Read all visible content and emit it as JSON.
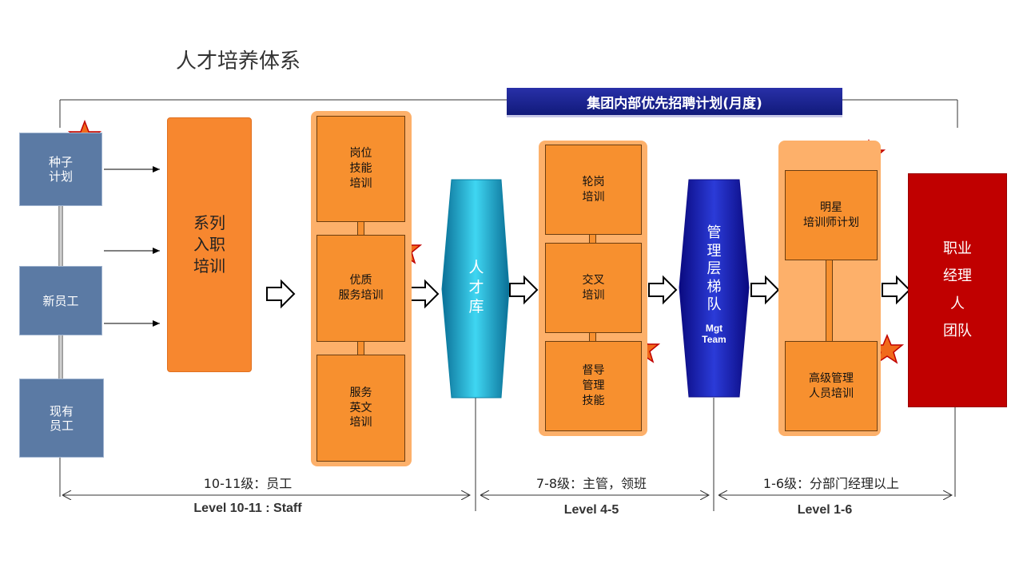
{
  "title": "人才培养体系",
  "banner": "集团内部优先招聘计划(月度)",
  "left_tags": [
    "种子\n计划",
    "新员工",
    "现有\n员工"
  ],
  "induction": "系列\n入职\n培训",
  "stage1_boxes": [
    "岗位\n技能\n培训",
    "优质\n服务培训",
    "服务\n英文\n培训"
  ],
  "talent_pool": "人\n才\n库",
  "stage2_boxes": [
    "轮岗\n培训",
    "交叉\n培训",
    "督导\n管理\n技能"
  ],
  "mgmt_ladder": {
    "label": "管\n理\n层\n梯\n队",
    "sub": "Mgt\nTeam"
  },
  "stage3_boxes": [
    "明星\n培训师计划",
    "高级管理\n人员培训"
  ],
  "career": "职业\n经理\n人\n团队",
  "levels": [
    {
      "cn": "10-11级：员工",
      "en": "Level 10-11 : Staff"
    },
    {
      "cn": "7-8级：主管，领班",
      "en": "Level 4-5"
    },
    {
      "cn": "1-6级：分部门经理以上",
      "en": "Level 1-6"
    }
  ],
  "colors": {
    "orange": "#f7902f",
    "panel": "#fdb06a",
    "blue_tag": "#5b7aa4",
    "teal": "#0aa9cf",
    "navy": "#1a1aa8",
    "red": "#c00000"
  }
}
